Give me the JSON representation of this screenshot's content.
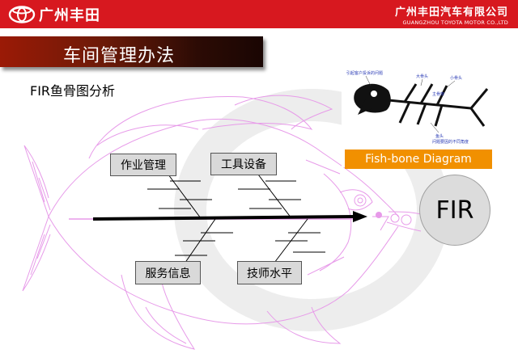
{
  "header": {
    "logo_text": "广州丰田",
    "company_cn": "广州丰田汽车有限公司",
    "company_en": "GUANGZHOU TOYOTA MOTOR CO.,LTD"
  },
  "slide": {
    "title": "车间管理办法",
    "subtitle": "FIR鱼骨图分析"
  },
  "fishbone": {
    "causes": [
      "作业管理",
      "工具设备",
      "服务信息",
      "技师水平"
    ],
    "effect": "FIR"
  },
  "illustration": {
    "caption": "Fish-bone Diagram",
    "labels": [
      "引起客户投诉的问题",
      "大骨头",
      "小骨头",
      "主骨架",
      "鱼头",
      "问题要因的不同角度"
    ]
  },
  "colors": {
    "header_red": "#d7181f",
    "fish_outline": "#e79ae9",
    "caption_orange": "#f19000"
  }
}
